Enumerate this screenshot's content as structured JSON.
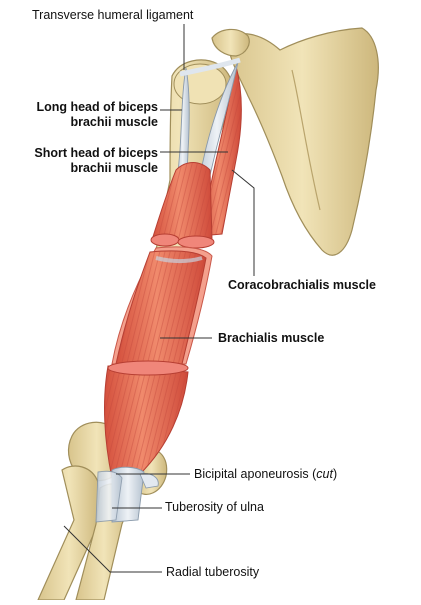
{
  "labels": {
    "transverse_humeral_ligament": "Transverse humeral ligament",
    "long_head_line1": "Long head of biceps",
    "long_head_line2": "brachii muscle",
    "short_head_line1": "Short head of biceps",
    "short_head_line2": "brachii muscle",
    "coracobrachialis": "Coracobrachialis muscle",
    "brachialis": "Brachialis muscle",
    "bicipital_prefix": "Bicipital aponeurosis (",
    "bicipital_italic": "cut",
    "bicipital_suffix": ")",
    "tuberosity_ulna": "Tuberosity of ulna",
    "radial_tuberosity": "Radial tuberosity"
  },
  "colors": {
    "bone": "#ead9a6",
    "bone_shadow": "#c9b57e",
    "muscle": "#e96a50",
    "muscle_dark": "#c9473a",
    "muscle_light": "#f39a80",
    "tendon": "#d6dee8",
    "cut_surface": "#f0867a",
    "leader": "#333333"
  }
}
